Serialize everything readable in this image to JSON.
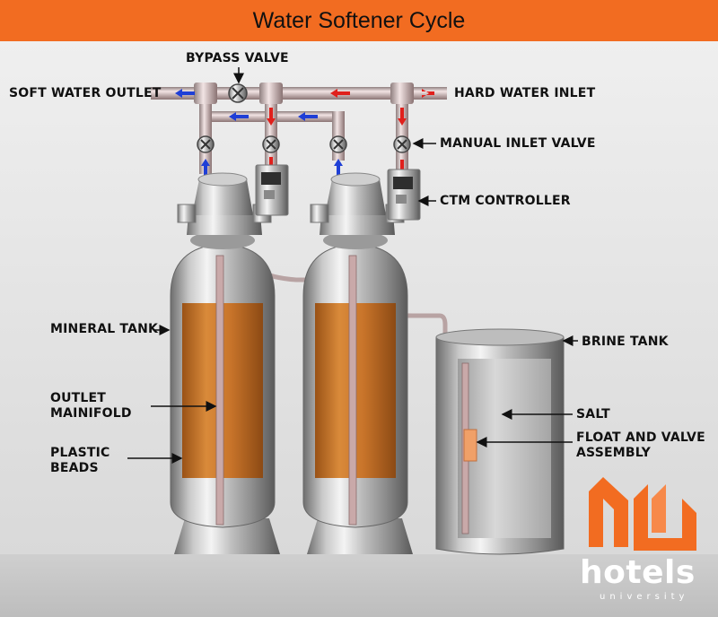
{
  "title": "Water Softener Cycle",
  "labels": {
    "bypass_valve": "BYPASS VALVE",
    "soft_water_outlet": "SOFT WATER OUTLET",
    "hard_water_inlet": "HARD WATER INLET",
    "manual_inlet_valve": "MANUAL INLET VALVE",
    "ctm_controller": "CTM CONTROLLER",
    "mineral_tank": "MINERAL TANK",
    "brine_tank": "BRINE TANK",
    "outlet_manifold_1": "OUTLET",
    "outlet_manifold_2": "MAINIFOLD",
    "plastic_beads_1": "PLASTIC",
    "plastic_beads_2": "BEADS",
    "salt": "SALT",
    "float_valve_1": "FLOAT AND VALVE",
    "float_valve_2": "ASSEMBLY"
  },
  "logo": {
    "name": "hotels",
    "tagline": "university"
  },
  "colors": {
    "banner": "#f26c21",
    "hard_water_arrow": "#e0201c",
    "soft_water_arrow": "#1f3fd6",
    "resin": "#c8742a",
    "background": "#e6e6e6"
  }
}
